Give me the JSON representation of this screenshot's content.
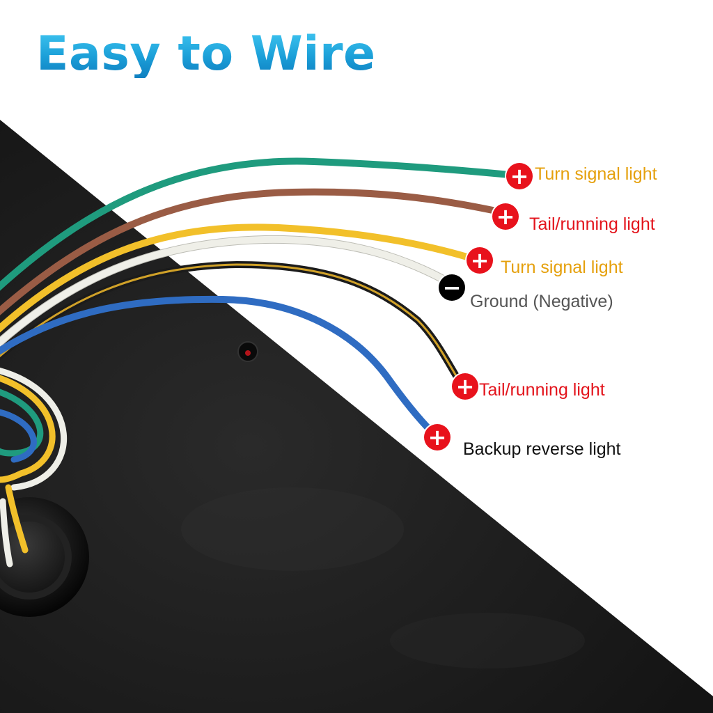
{
  "headline": "Easy to Wire",
  "colors": {
    "headline": "#1ea6dd",
    "positive_badge": "#e8121c",
    "negative_badge": "#000000",
    "label_amber": "#e5a00c",
    "label_red": "#e3141c",
    "label_gray": "#555555",
    "label_black": "#111111"
  },
  "wires": [
    {
      "id": "green",
      "color": "#1f9b7e",
      "badge": "plus-icon",
      "badge_symbol": "+",
      "label": "Turn signal light"
    },
    {
      "id": "brown",
      "color": "#9a5c45",
      "badge": "plus-icon",
      "badge_symbol": "+",
      "label": "Tail/running light"
    },
    {
      "id": "yellow",
      "color": "#f2c02a",
      "badge": "plus-icon",
      "badge_symbol": "+",
      "label": "Turn signal light"
    },
    {
      "id": "white",
      "color": "#efefe8",
      "badge": "minus-icon",
      "badge_symbol": "−",
      "label": "Ground (Negative)"
    },
    {
      "id": "black",
      "color": "#1b1b1b",
      "badge": "plus-icon",
      "badge_symbol": "+",
      "label": "Tail/running light"
    },
    {
      "id": "blue",
      "color": "#2f6cc2",
      "badge": "plus-icon",
      "badge_symbol": "+",
      "label": "Backup reverse light"
    }
  ]
}
